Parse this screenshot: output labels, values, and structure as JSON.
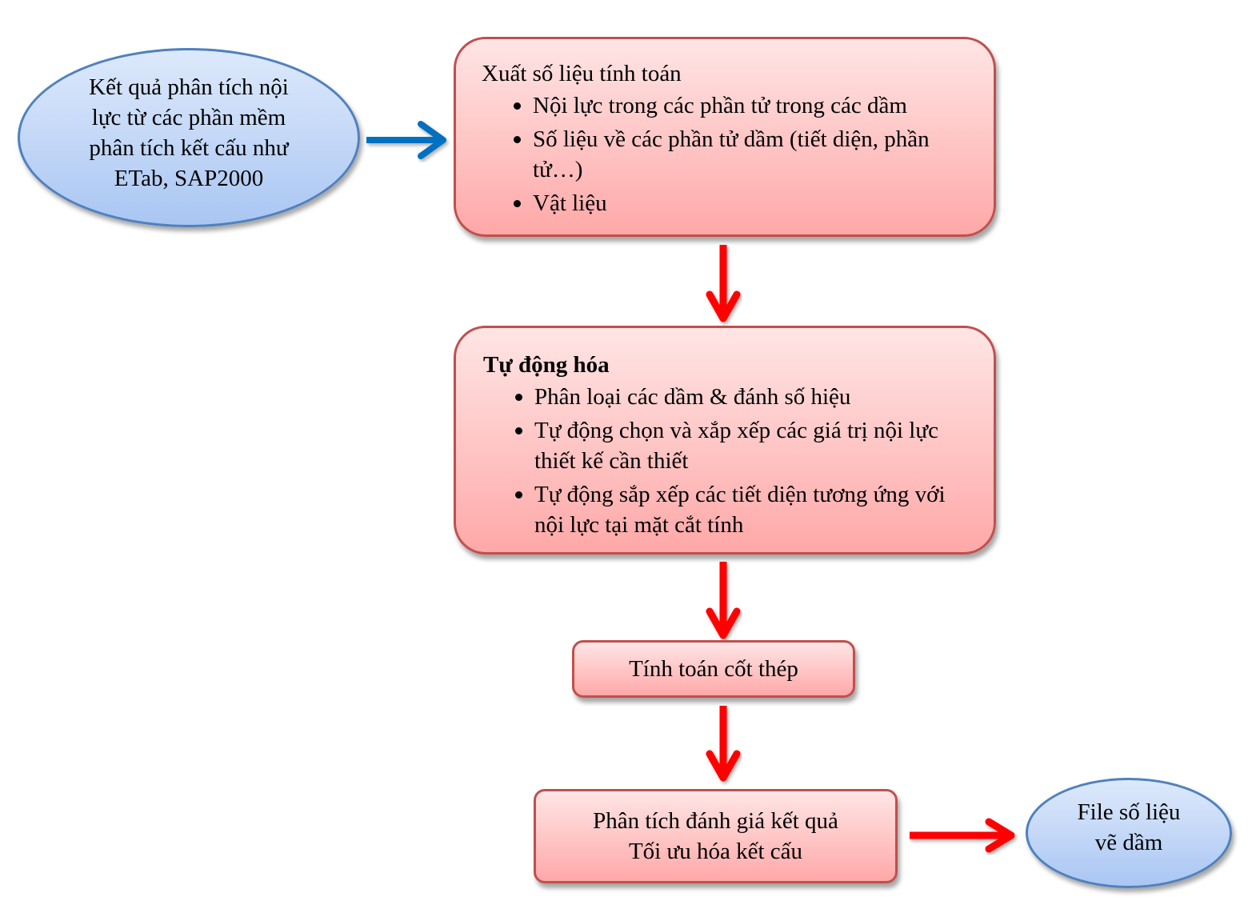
{
  "diagram": {
    "source_node": {
      "lines": [
        "Kết quả phân tích nội",
        "lực từ các phần mềm",
        "phân tích kết cấu như",
        "ETab, SAP2000"
      ]
    },
    "export_box": {
      "title": "Xuất số liệu tính toán",
      "items": [
        "Nội lực trong các phần tử trong các dầm",
        "Số liệu về các phần tử dầm (tiết diện, phần tử…)",
        "Vật liệu"
      ]
    },
    "automation_box": {
      "title": "Tự động hóa",
      "items": [
        "Phân loại các dầm & đánh số hiệu",
        "Tự động chọn và xắp xếp các giá trị nội lực thiết kế cần thiết",
        "Tự động sắp xếp các tiết diện tương ứng với nội lực tại mặt cắt tính"
      ]
    },
    "rebar_box": {
      "label": "Tính toán cốt thép"
    },
    "analysis_box": {
      "lines": [
        "Phân tích đánh giá kết quả",
        "Tối ưu hóa kết cấu"
      ]
    },
    "output_node": {
      "lines": [
        "File số liệu",
        "vẽ dầm"
      ]
    },
    "colors": {
      "blue_arrow": "#0070c0",
      "red_arrow": "#ff0000",
      "box_border": "#c0504d",
      "ellipse_border": "#4f81bd"
    }
  }
}
